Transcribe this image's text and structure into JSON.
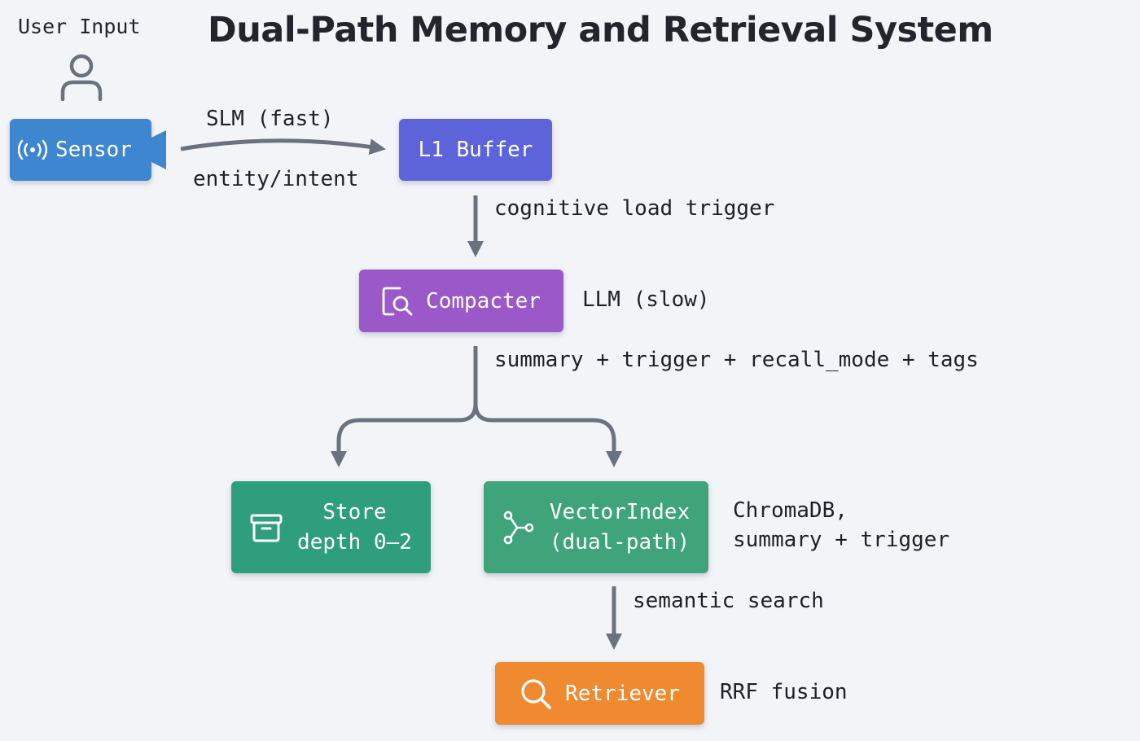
{
  "title": "Dual-Path Memory and Retrieval System",
  "user_input": {
    "label": "User Input",
    "icon": "user-icon"
  },
  "nodes": {
    "sensor": {
      "label": "Sensor",
      "icon": "broadcast-icon",
      "color": "#3f86d0"
    },
    "l1_buffer": {
      "label": "L1 Buffer",
      "color": "#5d63d8"
    },
    "compacter": {
      "label": "Compacter",
      "icon": "document-search-icon",
      "color": "#9a58c8"
    },
    "store": {
      "label_line1": "Store",
      "label_line2": "depth 0–2",
      "icon": "archive-icon",
      "color": "#2f9e7c"
    },
    "vector_index": {
      "label_line1": "VectorIndex",
      "label_line2": "(dual-path)",
      "icon": "branch-icon",
      "color": "#3fa47a"
    },
    "retriever": {
      "label": "Retriever",
      "icon": "search-icon",
      "color": "#ef8a30"
    }
  },
  "edges": {
    "sensor_to_l1": {
      "label_top": "SLM (fast)",
      "label_bottom": "entity/intent"
    },
    "l1_to_compacter": {
      "label": "cognitive load trigger"
    },
    "compacter_note": {
      "label": "LLM (slow)"
    },
    "compacter_split": {
      "label": "summary + trigger + recall_mode + tags"
    },
    "vector_note": {
      "label_line1": "ChromaDB,",
      "label_line2": "summary + trigger"
    },
    "vector_to_retriever": {
      "label": "semantic search"
    },
    "retriever_note": {
      "label": "RRF fusion"
    }
  },
  "colors": {
    "arrow": "#6a7280",
    "background": "#f2f4f8"
  }
}
